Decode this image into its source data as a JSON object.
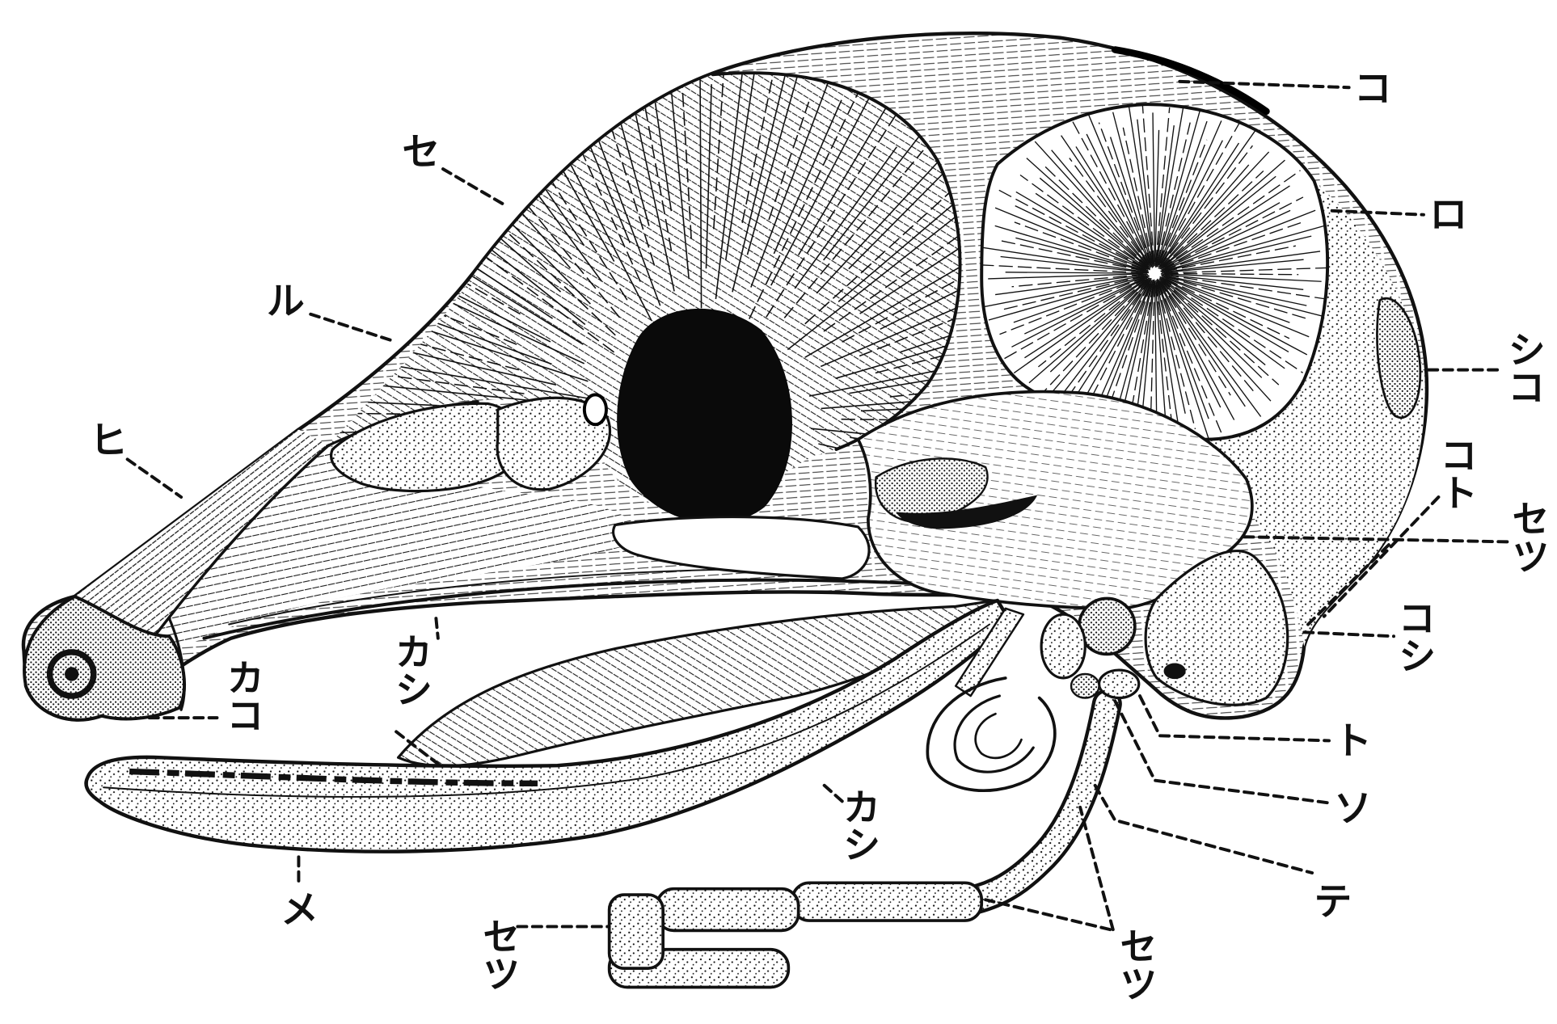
{
  "labels": [
    {
      "text": "コ"
    },
    {
      "text": "ロ"
    },
    {
      "text": "シコ"
    },
    {
      "text": "コト"
    },
    {
      "text": "セツ"
    },
    {
      "text": "コシ"
    },
    {
      "text": "ト"
    },
    {
      "text": "ソ"
    },
    {
      "text": "テ"
    },
    {
      "text": "セツ"
    },
    {
      "text": "セツ"
    },
    {
      "text": "メ"
    },
    {
      "text": "カシ"
    },
    {
      "text": "カシ"
    },
    {
      "text": "カコ"
    },
    {
      "text": "ヒ"
    },
    {
      "text": "ル"
    },
    {
      "text": "セ"
    }
  ]
}
